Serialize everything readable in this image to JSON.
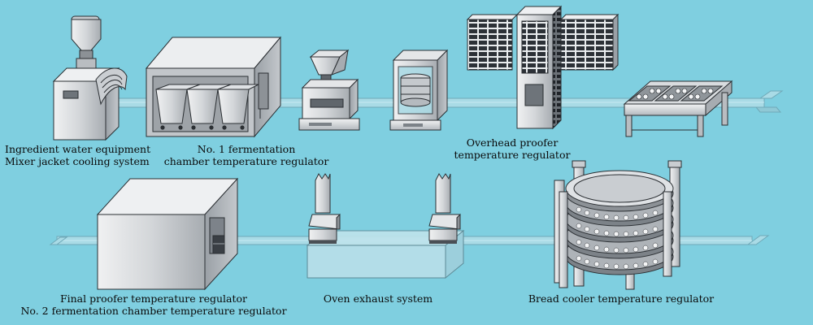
{
  "labels": {
    "ingredient_water": "Ingredient water equipment",
    "mixer_jacket": "Mixer jacket cooling system",
    "no1_line1": "No. 1 fermentation",
    "no1_line2": "chamber temperature regulator",
    "overhead_line1": "Overhead proofer",
    "overhead_line2": "temperature regulator",
    "final_proofer": "Final proofer temperature regulator",
    "no2_fermentation": "No. 2 fermentation chamber temperature regulator",
    "oven_exhaust": "Oven exhaust system",
    "bread_cooler": "Bread cooler temperature regulator"
  },
  "colors": {
    "background": "#7fcfe0",
    "metal_light": "#e4e6e8",
    "metal_mid": "#b9bdc1",
    "metal_dark": "#8c9196",
    "conveyor": "#a9dbe6",
    "outline": "#2b2f33"
  }
}
